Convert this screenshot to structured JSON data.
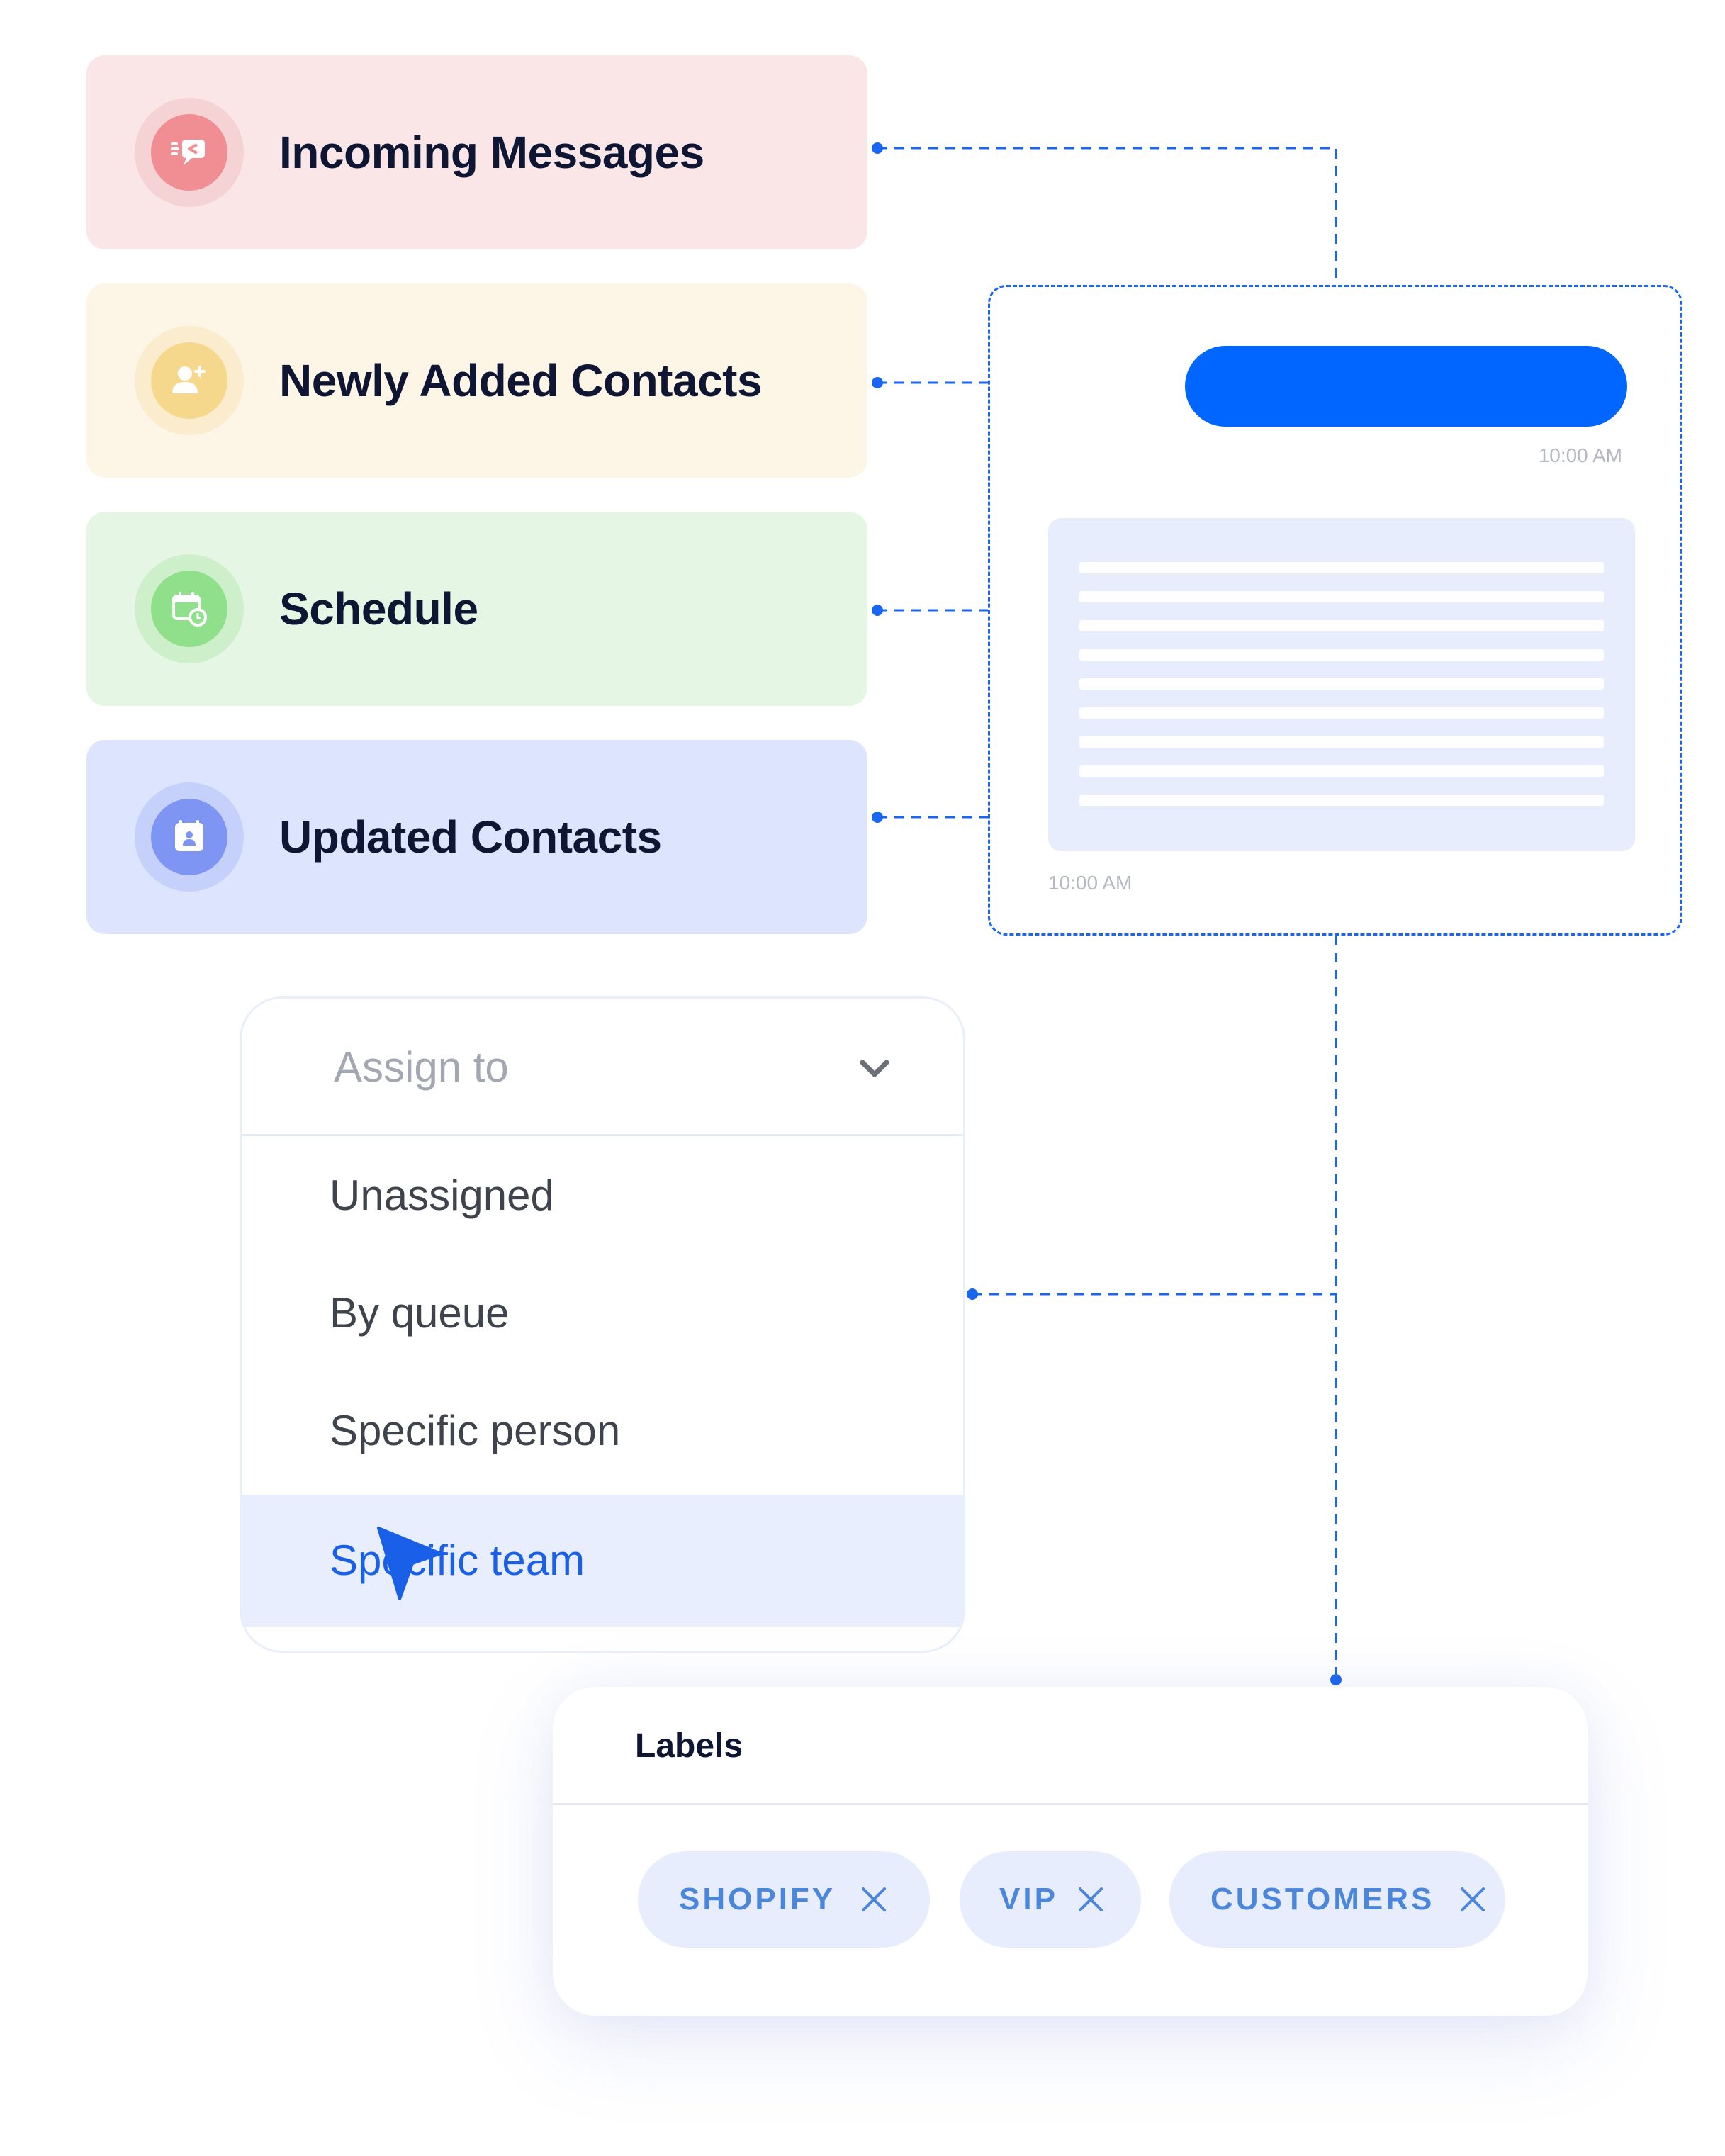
{
  "triggers": [
    {
      "title": "Incoming Messages",
      "icon": "incoming-message-icon"
    },
    {
      "title": "Newly Added Contacts",
      "icon": "add-contact-icon"
    },
    {
      "title": "Schedule",
      "icon": "calendar-clock-icon"
    },
    {
      "title": "Updated Contacts",
      "icon": "contact-card-icon"
    }
  ],
  "chat": {
    "outgoing_time": "10:00 AM",
    "incoming_time": "10:00 AM"
  },
  "assign": {
    "placeholder": "Assign to",
    "options": [
      "Unassigned",
      "By queue",
      "Specific person",
      "Specific team"
    ],
    "selected": "Specific team"
  },
  "labels": {
    "title": "Labels",
    "chips": [
      "SHOPIFY",
      "VIP",
      "CUSTOMERS"
    ]
  },
  "colors": {
    "accent": "#0066ff",
    "connector": "#1a66f0",
    "incoming_bg": "#fae6e7",
    "newly_bg": "#fdf6e7",
    "schedule_bg": "#e5f7e4",
    "updated_bg": "#dde4fd",
    "chip_text": "#4a86dc",
    "selected_text": "#1a5fe8"
  }
}
